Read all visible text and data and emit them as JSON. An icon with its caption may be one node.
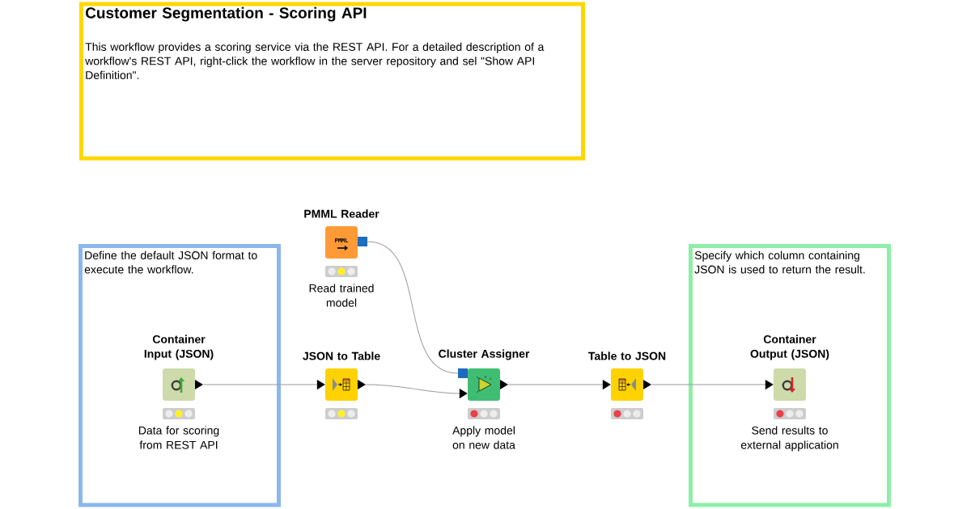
{
  "diagram": {
    "nodes": [
      {
        "text": [
          "Customer Segmentation - Scoring API",
          "This workflow provides a scoring service via the REST API. For a detailed description of a workflow's REST API, right-click the workflow in the server repository and sel \"Show API Definition\"."
        ]
      },
      {
        "text": [
          "Define the default JSON format to execute the workflow."
        ]
      },
      {
        "text": [
          "Container Input (JSON)"
        ],
        "beside": [
          "Data for scoring from REST API"
        ],
        "in": 1
      },
      {
        "text": [
          "PMML Reader",
          "PMML"
        ],
        "beside": [
          "Read trained model"
        ]
      },
      {
        "text": [
          "JSON to Table"
        ]
      },
      {
        "text": [
          "Cluster Assigner"
        ],
        "beside": [
          "Apply model on new data"
        ]
      },
      {
        "text": [
          "Table to JSON"
        ]
      },
      {
        "text": [
          "Specify which column containing JSON is used to return the result."
        ]
      },
      {
        "text": [
          "Container Output (JSON)"
        ],
        "beside": [
          "Send results to external application"
        ],
        "in": 7
      }
    ],
    "edges": [
      {
        "from": 2,
        "to": 4,
        "arrow": "to"
      },
      {
        "from": 3,
        "to": 5,
        "arrow": "none"
      },
      {
        "from": 4,
        "to": 5,
        "arrow": "to"
      },
      {
        "from": 5,
        "to": 6,
        "arrow": "to"
      },
      {
        "from": 6,
        "to": 8,
        "arrow": "to"
      }
    ]
  }
}
